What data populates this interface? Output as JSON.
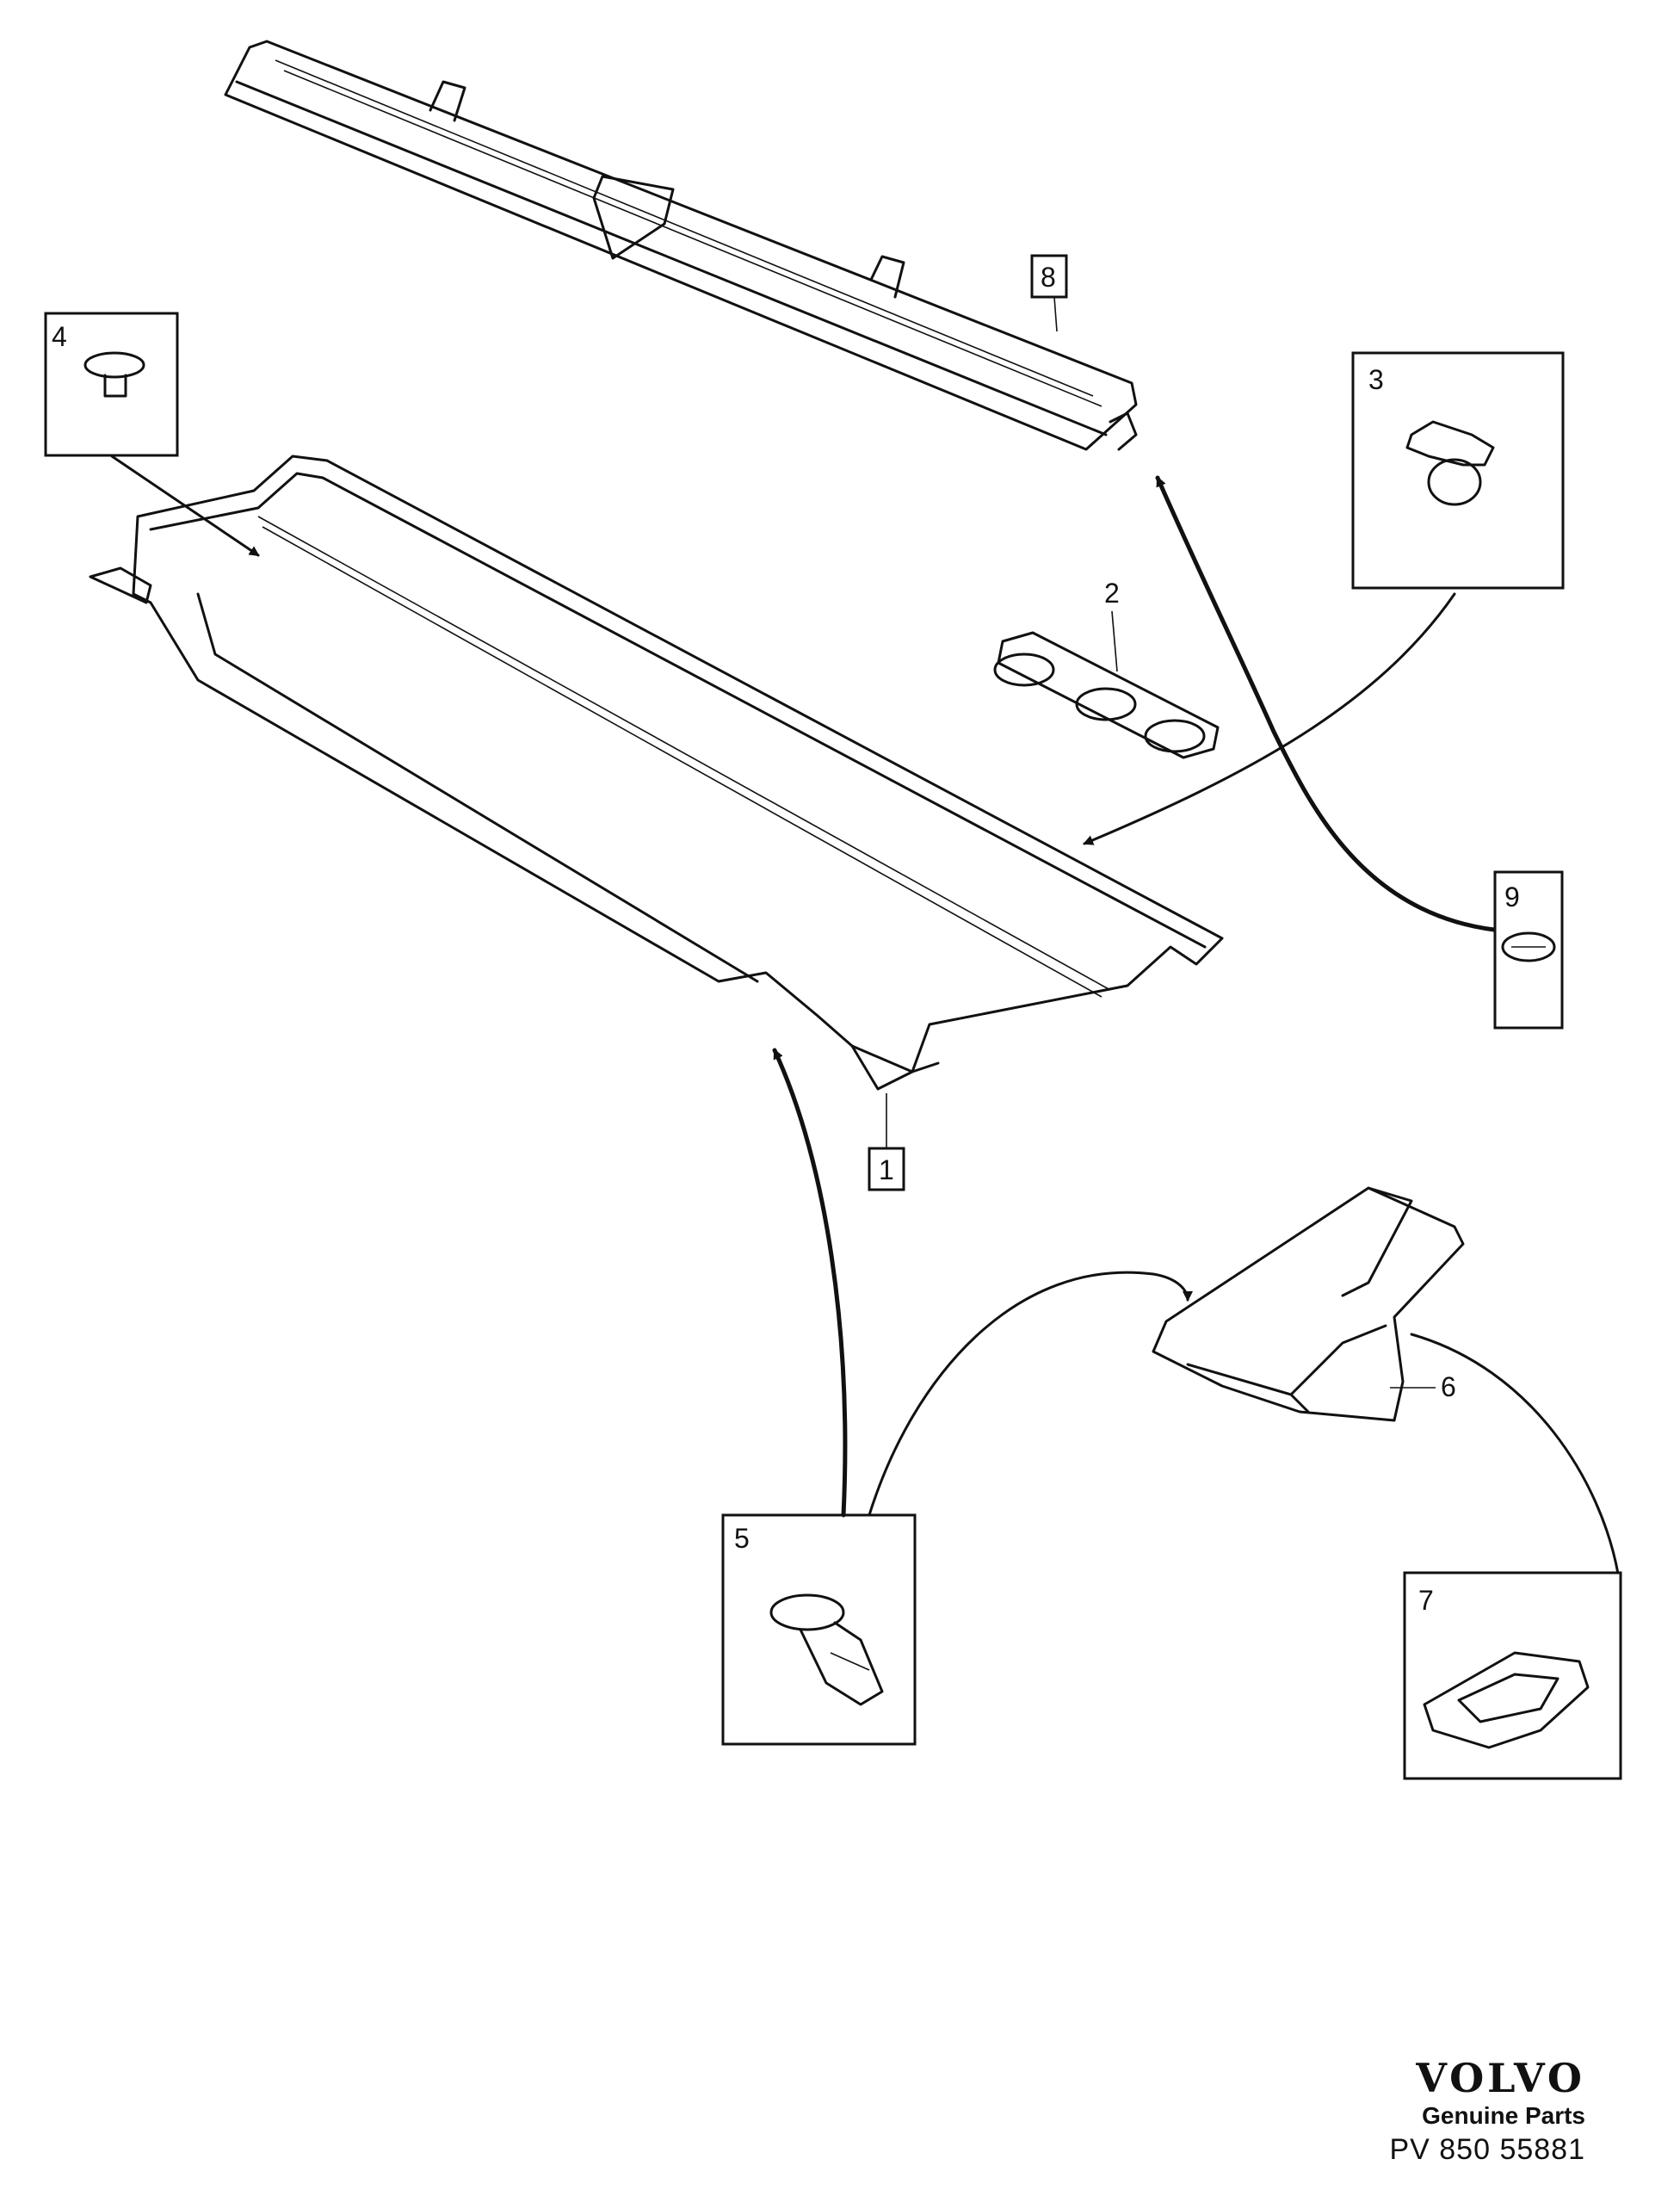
{
  "callouts": {
    "p1": "1",
    "p2": "2",
    "p3": "3",
    "p4": "4",
    "p5": "5",
    "p6": "6",
    "p7": "7",
    "p8": "8",
    "p9": "9"
  },
  "brand": {
    "logo": "VOLVO",
    "subtitle": "Genuine Parts",
    "code": "PV 850 55881"
  }
}
